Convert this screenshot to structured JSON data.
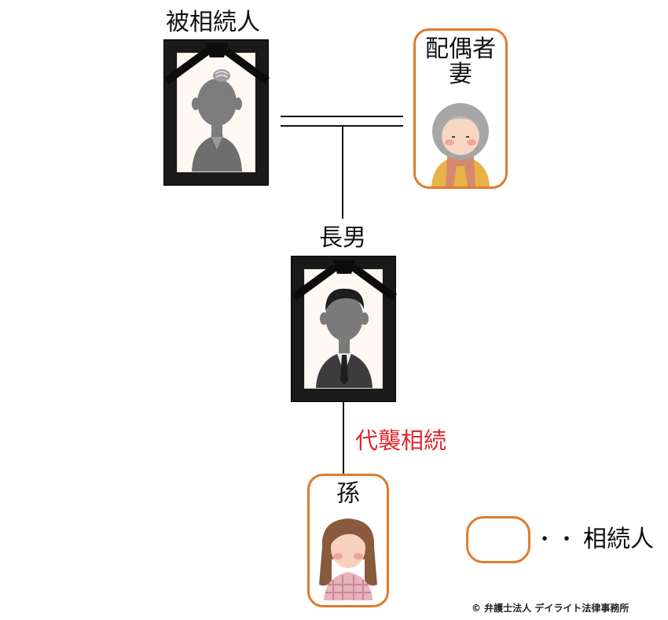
{
  "decedent": {
    "label": "被相続人"
  },
  "spouse": {
    "label_line1": "配偶者",
    "label_line2": "妻"
  },
  "eldest_son": {
    "label": "長男"
  },
  "substitution": {
    "label": "代襲相続"
  },
  "grandchild": {
    "label": "孫"
  },
  "legend": {
    "dots": "・・・",
    "text": "相続人"
  },
  "copyright": "© 弁護士法人 デイライト法律事務所",
  "colors": {
    "heir_border": "#e07b2c",
    "substitution_text": "#e1262d",
    "frame": "#1a1a1a"
  },
  "icons": {
    "decedent": "memorial-portrait-elderly-man-icon",
    "spouse": "elderly-woman-icon",
    "eldest_son": "memorial-portrait-man-in-suit-icon",
    "grandchild": "young-woman-icon"
  }
}
